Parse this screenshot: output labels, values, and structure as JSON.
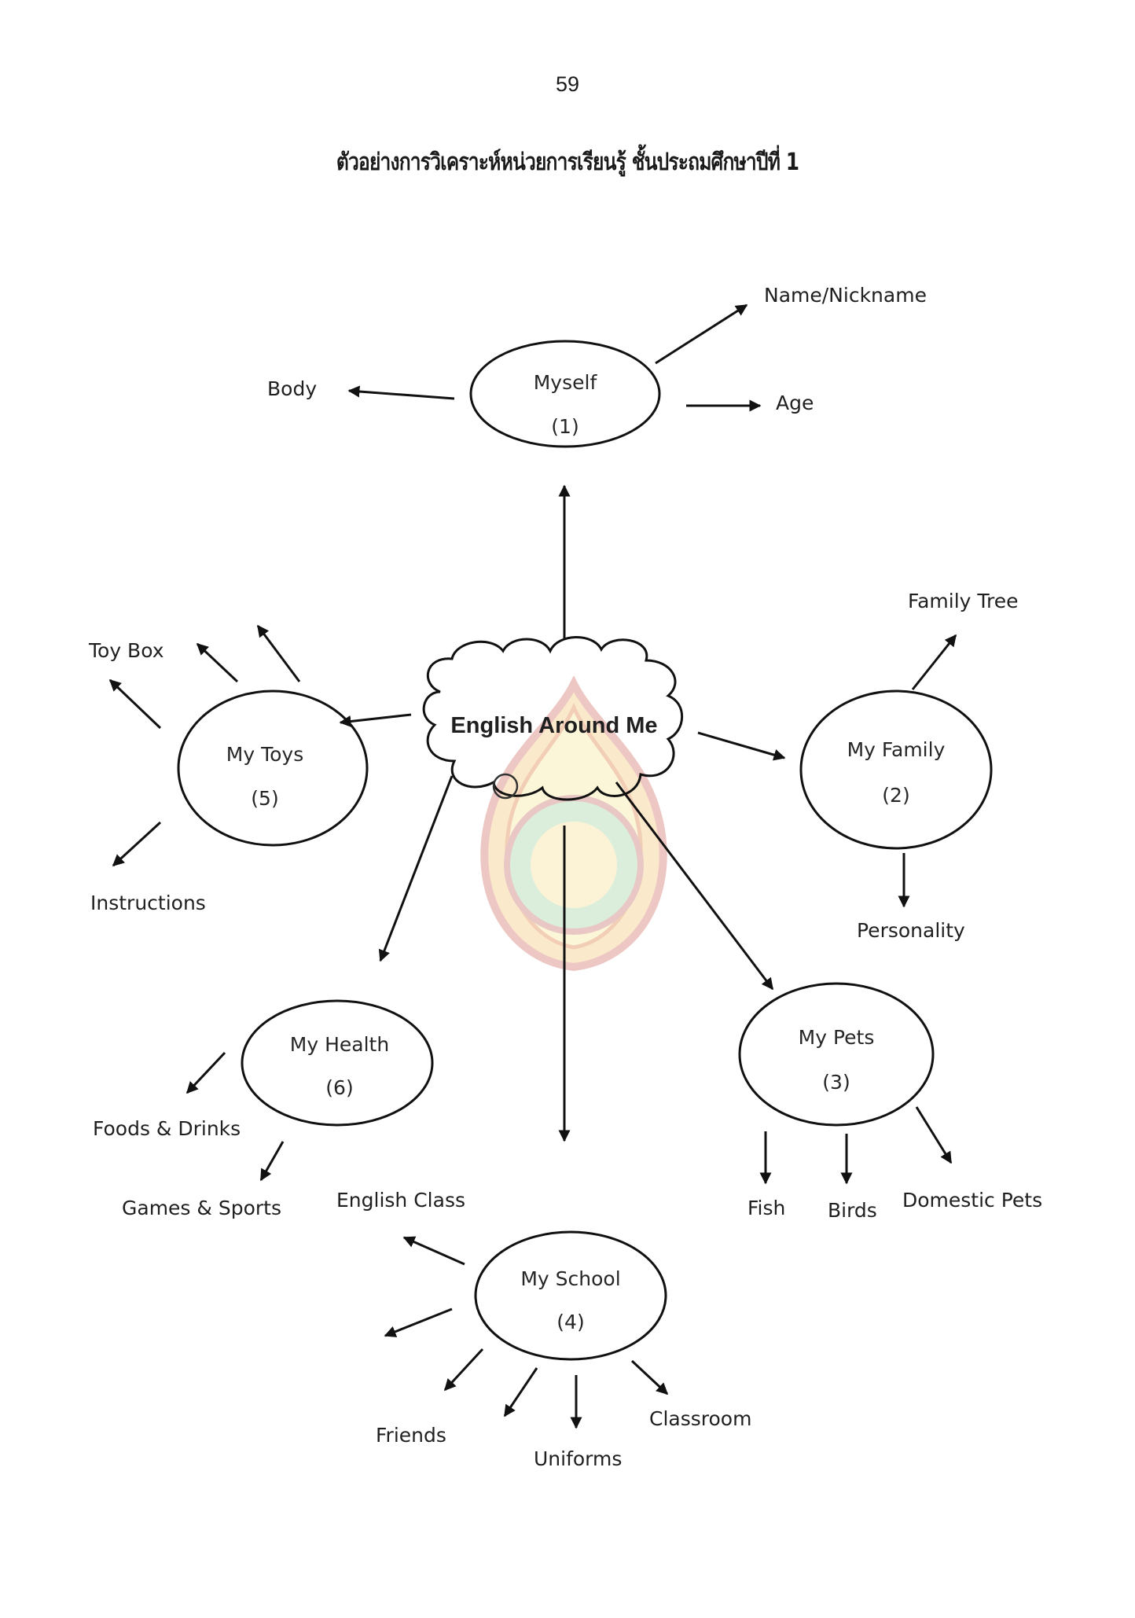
{
  "page": {
    "page_number": "59",
    "title": "ตัวอย่างการวิเคราะห์หน่วยการเรียนรู้ ชั้นประถมศึกษาปีที่ 1"
  },
  "diagram": {
    "center": "English Around Me",
    "units": [
      {
        "name": "Myself",
        "number": "(1)",
        "subtopics": [
          "Name/Nickname",
          "Body",
          "Age"
        ]
      },
      {
        "name": "My Family",
        "number": "(2)",
        "subtopics": [
          "Family Tree",
          "Personality"
        ]
      },
      {
        "name": "My Pets",
        "number": "(3)",
        "subtopics": [
          "Fish",
          "Birds",
          "Domestic Pets"
        ]
      },
      {
        "name": "My School",
        "number": "(4)",
        "subtopics": [
          "English Class",
          "Friends",
          "Uniforms",
          "Classroom"
        ]
      },
      {
        "name": "My Toys",
        "number": "(5)",
        "subtopics": [
          "Toy Box",
          "Instructions"
        ]
      },
      {
        "name": "My Health",
        "number": "(6)",
        "subtopics": [
          "Foods & Drinks",
          "Games & Sports"
        ]
      }
    ],
    "watermark": "seal-emblem"
  }
}
